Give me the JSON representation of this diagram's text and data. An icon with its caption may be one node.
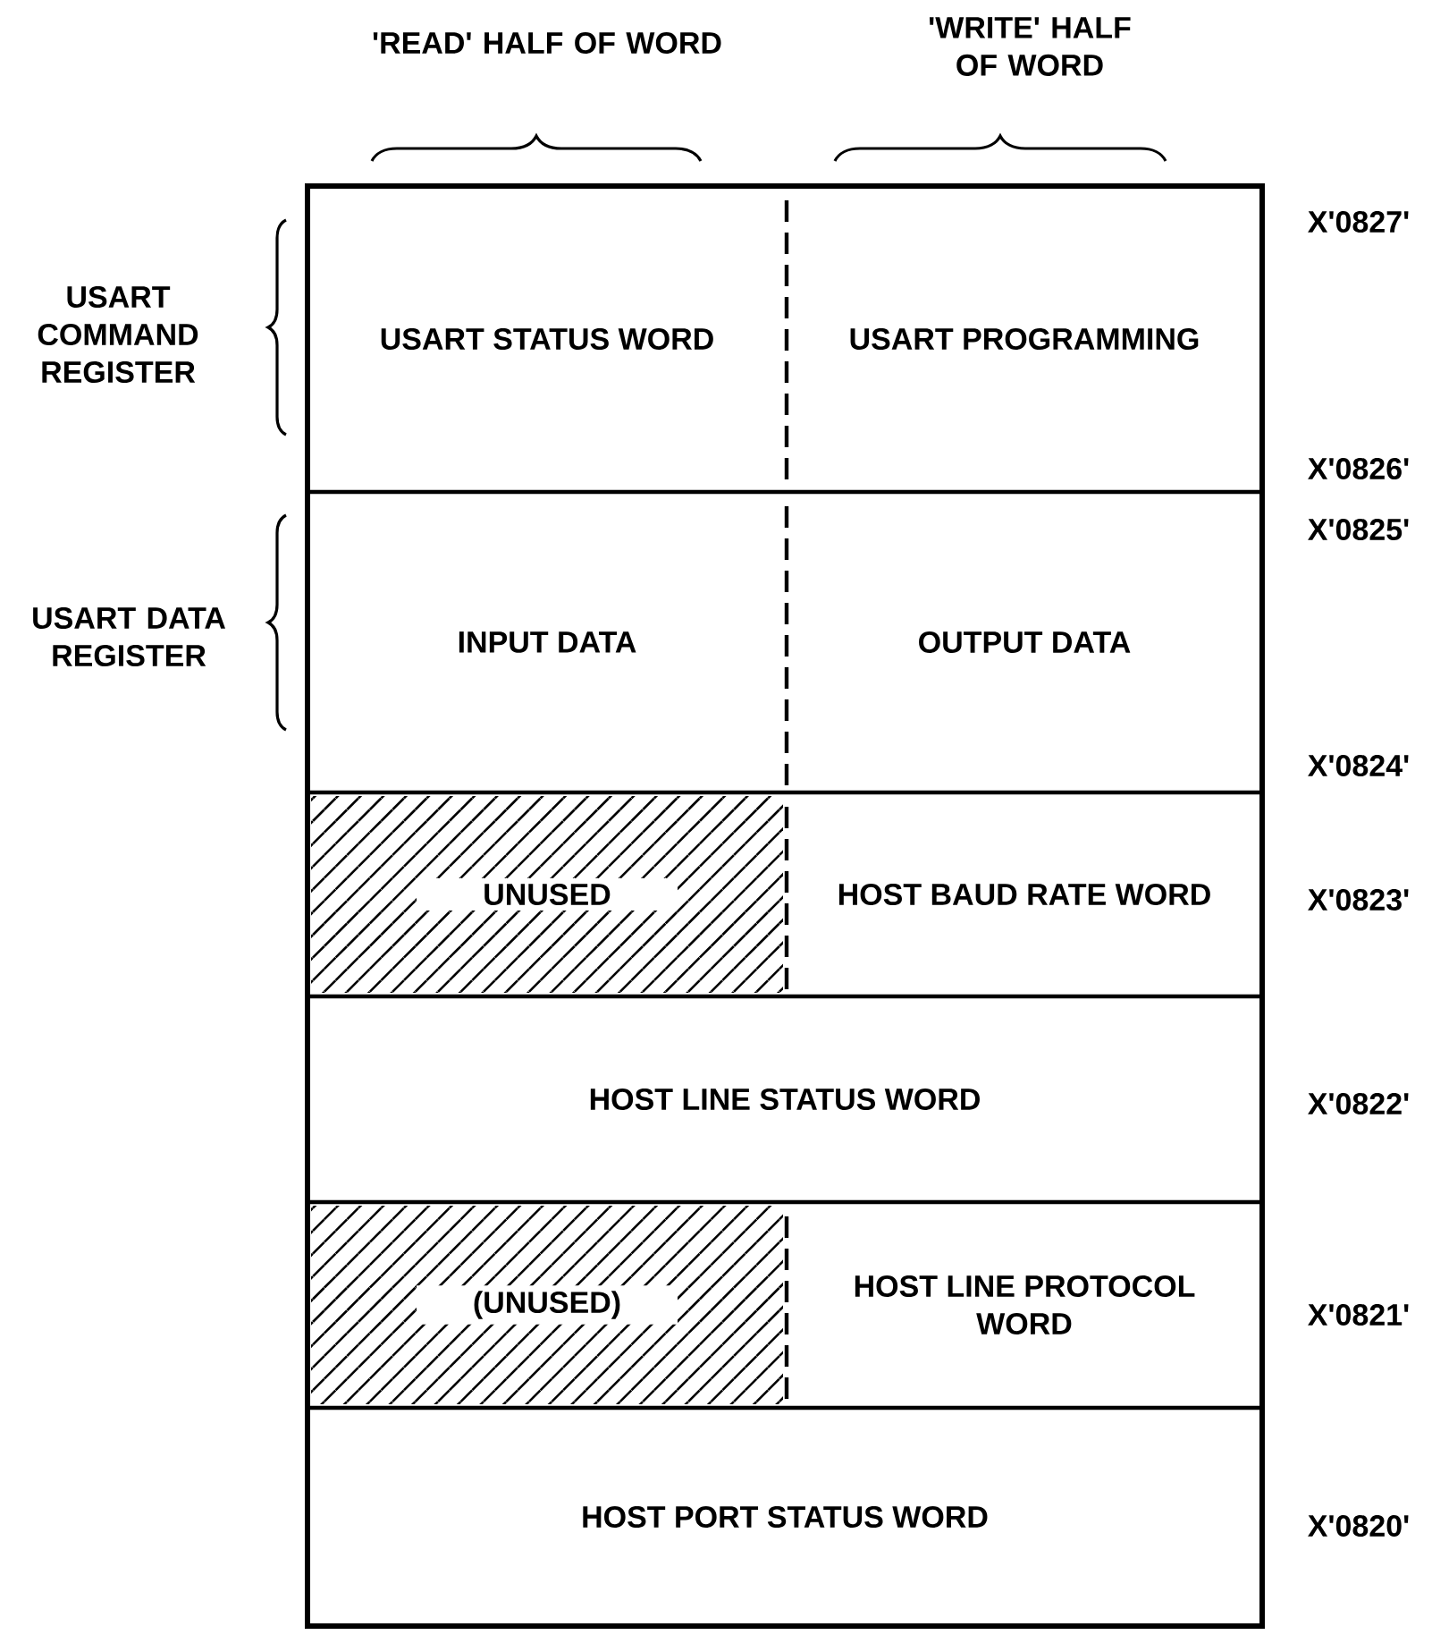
{
  "diagram": {
    "nodes": [
      {
        "text": [
          "USART STATUS WORD"
        ]
      },
      {
        "text": [
          "USART PROGRAMMING"
        ]
      },
      {
        "text": [
          "INPUT DATA"
        ]
      },
      {
        "text": [
          "OUTPUT DATA"
        ]
      },
      {
        "text": [
          "UNUSED"
        ]
      },
      {
        "text": [
          "HOST BAUD RATE WORD"
        ]
      },
      {
        "text": [
          "HOST LINE STATUS WORD"
        ]
      },
      {
        "text": [
          "(UNUSED)"
        ]
      },
      {
        "text": [
          "HOST LINE PROTOCOL WORD"
        ]
      },
      {
        "text": [
          "HOST PORT STATUS WORD"
        ]
      }
    ],
    "labels": [
      "'READ' HALF OF WORD",
      "'WRITE' HALF OF WORD",
      "X'0827'",
      "USART COMMAND REGISTER",
      "X'0826'",
      "X'0825'",
      "USART DATA REGISTER",
      "X'0824'",
      "X'0823'",
      "X'0822'",
      "X'0821'",
      "X'0820'"
    ]
  }
}
